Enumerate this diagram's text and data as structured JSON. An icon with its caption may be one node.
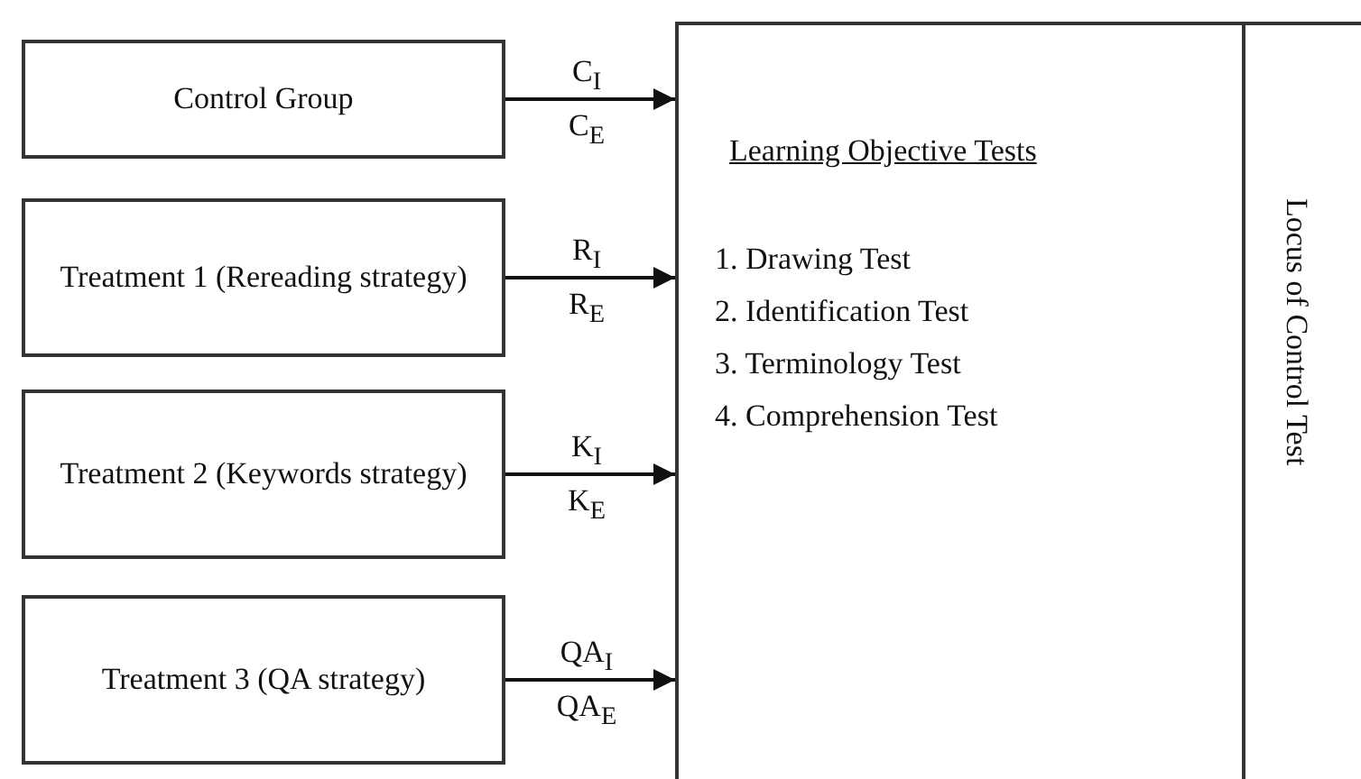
{
  "diagram": {
    "nodes": [
      {
        "text": [
          "Control Group"
        ]
      },
      {
        "text": [
          "Treatment 1 (Rereading strategy)"
        ]
      },
      {
        "text": [
          "Treatment 2 (Keywords strategy)"
        ]
      },
      {
        "text": [
          "Treatment 3 (QA strategy)"
        ]
      },
      {
        "text": [
          "Learning Objective Tests",
          "1. Drawing Test",
          "2. Identification Test",
          "3. Terminology Test",
          "4. Comprehension Test"
        ]
      },
      {
        "text": [
          "Locus of Control Test"
        ]
      }
    ],
    "edges": [
      {
        "from": 0,
        "to": 4,
        "arrow": "to",
        "label": "C$_{I}$ C$_{E}$"
      },
      {
        "from": 1,
        "to": 4,
        "arrow": "to",
        "label": "R$_{I}$ R$_{E}$"
      },
      {
        "from": 2,
        "to": 4,
        "arrow": "to",
        "label": "K$_{I}$ K$_{E}$"
      },
      {
        "from": 3,
        "to": 4,
        "arrow": "to",
        "label": "QA$_{I}$ QA$_{E}$"
      }
    ]
  }
}
